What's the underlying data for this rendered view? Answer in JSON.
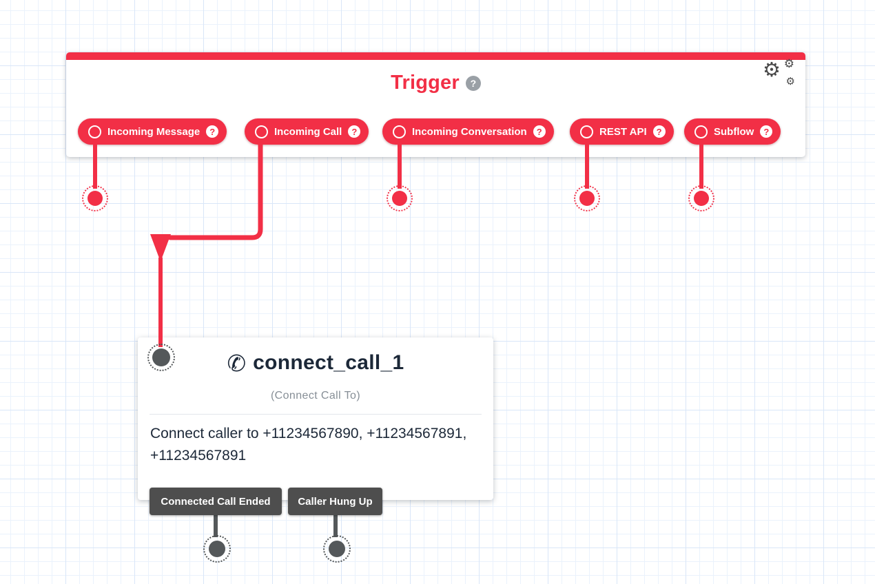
{
  "glyphs": {
    "help": "?",
    "gear": "⚙",
    "phone": "✆"
  },
  "colors": {
    "accent_red": "#f22f46",
    "dark_gray": "#4e4e4e",
    "title_navy": "#1c2838"
  },
  "trigger": {
    "title": "Trigger",
    "pills": [
      {
        "label": "Incoming Message"
      },
      {
        "label": "Incoming Call"
      },
      {
        "label": "Incoming Conversation"
      },
      {
        "label": "REST API"
      },
      {
        "label": "Subflow"
      }
    ]
  },
  "widget": {
    "name": "connect_call_1",
    "type_label": "(Connect Call To)",
    "description": "Connect caller to +11234567890, +11234567891, +11234567891",
    "transitions": [
      {
        "label": "Connected Call Ended"
      },
      {
        "label": "Caller Hung Up"
      }
    ]
  }
}
